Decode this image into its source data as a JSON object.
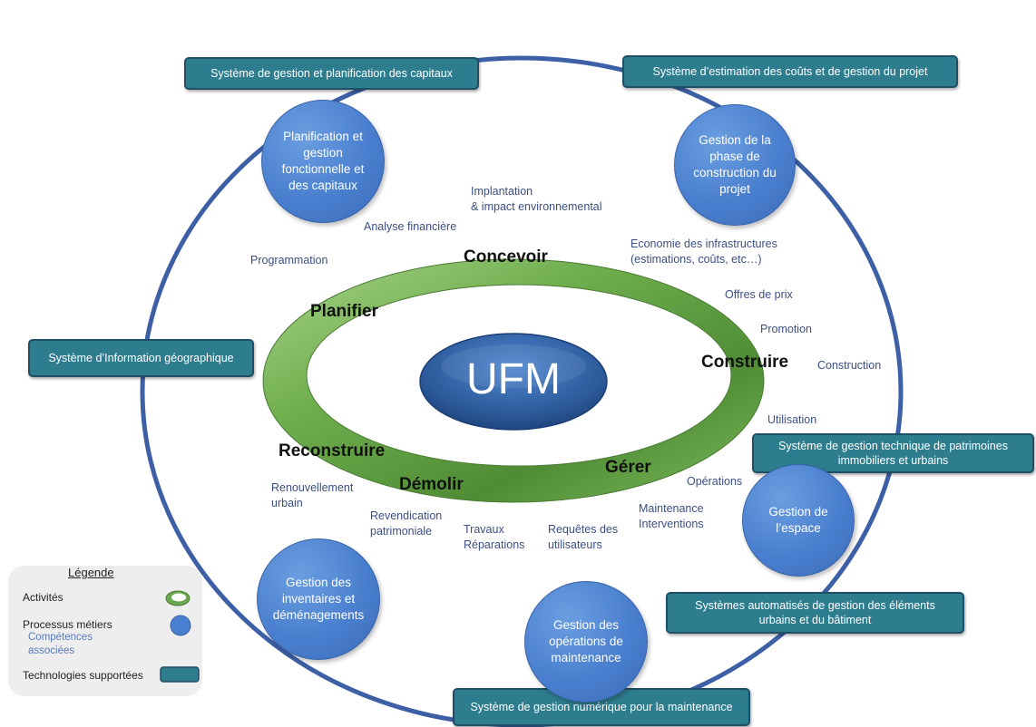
{
  "center": "UFM",
  "activities": {
    "concevoir": "Concevoir",
    "planifier": "Planifier",
    "construire": "Construire",
    "reconstruire": "Reconstruire",
    "demolir": "Démolir",
    "gerer": "Gérer"
  },
  "technologies": {
    "capitaux": "Système de gestion et planification des capitaux",
    "couts": "Système d’estimation des coûts et de gestion du projet",
    "sig": "Système d’Information géographique",
    "patrimoines": "Système de gestion  technique de patrimoines immobiliers et urbains",
    "automatises": "Systèmes automatisés de gestion des éléments urbains et du bâtiment",
    "maintenance": "Système de gestion numérique pour la maintenance"
  },
  "processes": {
    "planification": "Planification et gestion fonctionnelle et des capitaux",
    "construction": "Gestion de la phase de construction du projet",
    "espace": "Gestion de l’espace",
    "operations": "Gestion des opérations de maintenance",
    "inventaires": "Gestion des inventaires et déménagements"
  },
  "competences": {
    "implantation_1": "Implantation",
    "implantation_2": "& impact environnemental",
    "analyse": "Analyse financière",
    "programmation": "Programmation",
    "economie_1": "Economie des infrastructures",
    "economie_2": "(estimations, coûts, etc…)",
    "offres": "Offres de prix",
    "promotion": "Promotion",
    "construction": "Construction",
    "utilisation": "Utilisation",
    "operations": "Opérations",
    "maintenance_1": "Maintenance",
    "maintenance_2": "Interventions",
    "requetes_1": "Requêtes des",
    "requetes_2": "utilisateurs",
    "travaux_1": "Travaux",
    "travaux_2": "Réparations",
    "revendication_1": "Revendication",
    "revendication_2": "patrimoniale",
    "renouvellement_1": "Renouvellement",
    "renouvellement_2": "urbain"
  },
  "legend": {
    "title": "Légende",
    "activites": "Activités",
    "processus": "Processus métiers",
    "competences_1": "Compétences",
    "competences_2": "associées",
    "technologies": "Technologies supportées"
  },
  "colors": {
    "outer_ring": "#3c5fa5",
    "tech_box": "#2e7d8f",
    "tech_border": "#1e4f66",
    "process": "#4a7fcf",
    "activity_ring": "#6aa84f",
    "center_ellipse": "#2d5fa3",
    "competence_text": "#3b4f84"
  }
}
